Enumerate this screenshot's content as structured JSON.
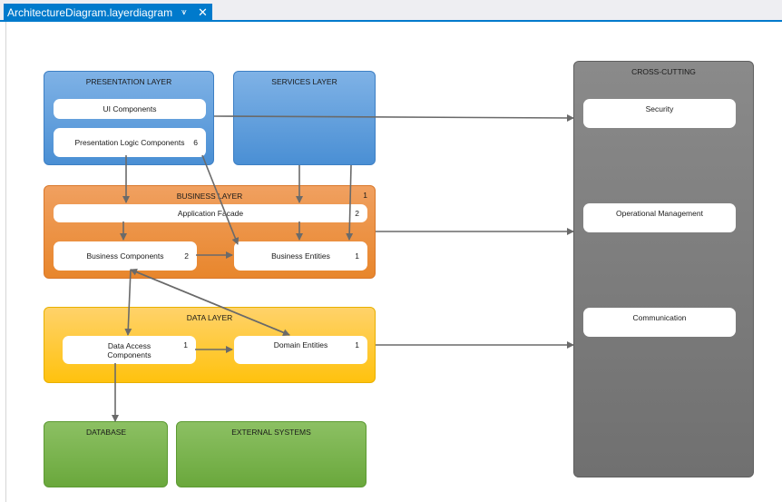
{
  "tab": {
    "title": "ArchitectureDiagram.layerdiagram",
    "pin_icon": "pin-icon",
    "close_icon": "close-icon"
  },
  "layers": {
    "presentation": {
      "title": "PRESENTATION LAYER"
    },
    "services": {
      "title": "SERVICES LAYER"
    },
    "business": {
      "title": "BUSINESS LAYER",
      "count": "1"
    },
    "data": {
      "title": "DATA LAYER"
    },
    "database": {
      "title": "DATABASE"
    },
    "external": {
      "title": "EXTERNAL SYSTEMS"
    },
    "crosscutting": {
      "title": "CROSS-CUTTING"
    }
  },
  "components": {
    "ui_components": {
      "label": "UI Components",
      "count": ""
    },
    "presentation_logic": {
      "label": "Presentation Logic Components",
      "count": "6"
    },
    "application_facade": {
      "label": "Application Facade",
      "count": "2"
    },
    "business_components": {
      "label": "Business Components",
      "count": "2"
    },
    "business_entities": {
      "label": "Business Entities",
      "count": "1"
    },
    "data_access": {
      "label": "Data Access Components",
      "count": "1"
    },
    "domain_entities": {
      "label": "Domain Entities",
      "count": "1"
    },
    "security": {
      "label": "Security"
    },
    "operational_management": {
      "label": "Operational Management"
    },
    "communication": {
      "label": "Communication"
    }
  },
  "colors": {
    "tab_accent": "#007acc",
    "presentation": "#4a8fd4",
    "business": "#e8862c",
    "data": "#ffc20e",
    "database": "#6aa83c",
    "crosscutting": "#707070",
    "arrow": "#6a6a6a"
  }
}
